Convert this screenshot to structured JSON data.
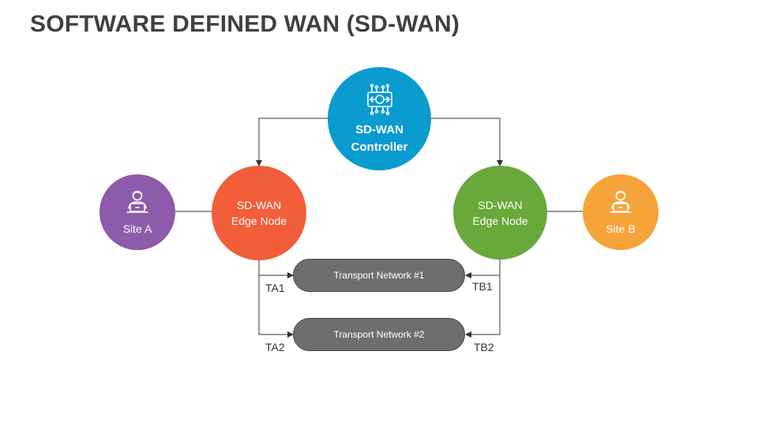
{
  "title": "SOFTWARE DEFINED WAN (SD-WAN)",
  "colors": {
    "controller": "#0a9bd0",
    "edge_a": "#f25d3a",
    "edge_b": "#69a83a",
    "site_a": "#8e5aaa",
    "site_b": "#f6a43a",
    "transport": "#6e6e6e"
  },
  "controller": {
    "line1": "SD-WAN",
    "line2": "Controller",
    "icon": "circuit-chip-icon"
  },
  "edge_a": {
    "line1": "SD-WAN",
    "line2": "Edge Node"
  },
  "edge_b": {
    "line1": "SD-WAN",
    "line2": "Edge Node"
  },
  "site_a": {
    "label": "Site A",
    "icon": "user-laptop-icon"
  },
  "site_b": {
    "label": "Site B",
    "icon": "user-laptop-icon"
  },
  "transport_1": "Transport Network #1",
  "transport_2": "Transport Network #2",
  "ports": {
    "ta1": "TA1",
    "ta2": "TA2",
    "tb1": "TB1",
    "tb2": "TB2"
  }
}
